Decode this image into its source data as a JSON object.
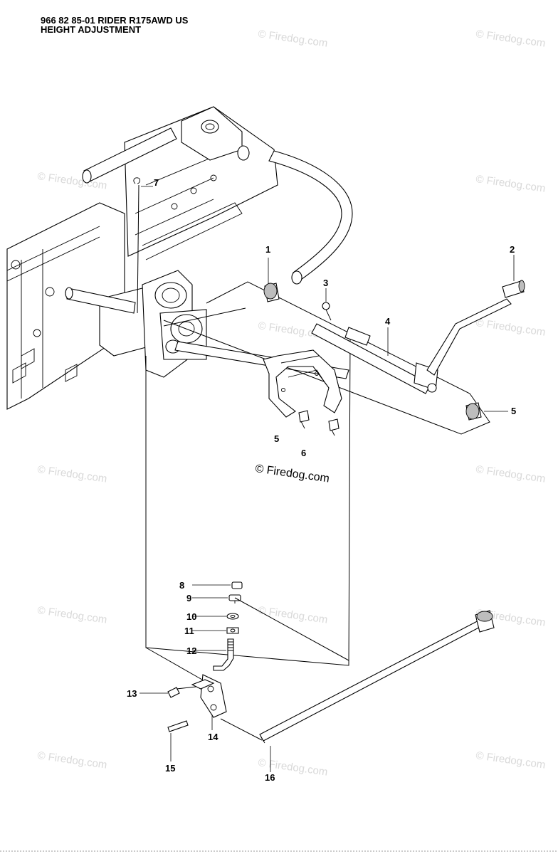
{
  "header": {
    "line1": "966 82 85-01 RIDER R175AWD US",
    "line2": "HEIGHT ADJUSTMENT"
  },
  "watermark": {
    "text": "© Firedog.com",
    "main_text": "© Firedog.com"
  },
  "callouts": [
    "1",
    "2",
    "3",
    "4",
    "5",
    "5",
    "6",
    "7",
    "8",
    "9",
    "10",
    "11",
    "12",
    "13",
    "14",
    "15",
    "16"
  ]
}
